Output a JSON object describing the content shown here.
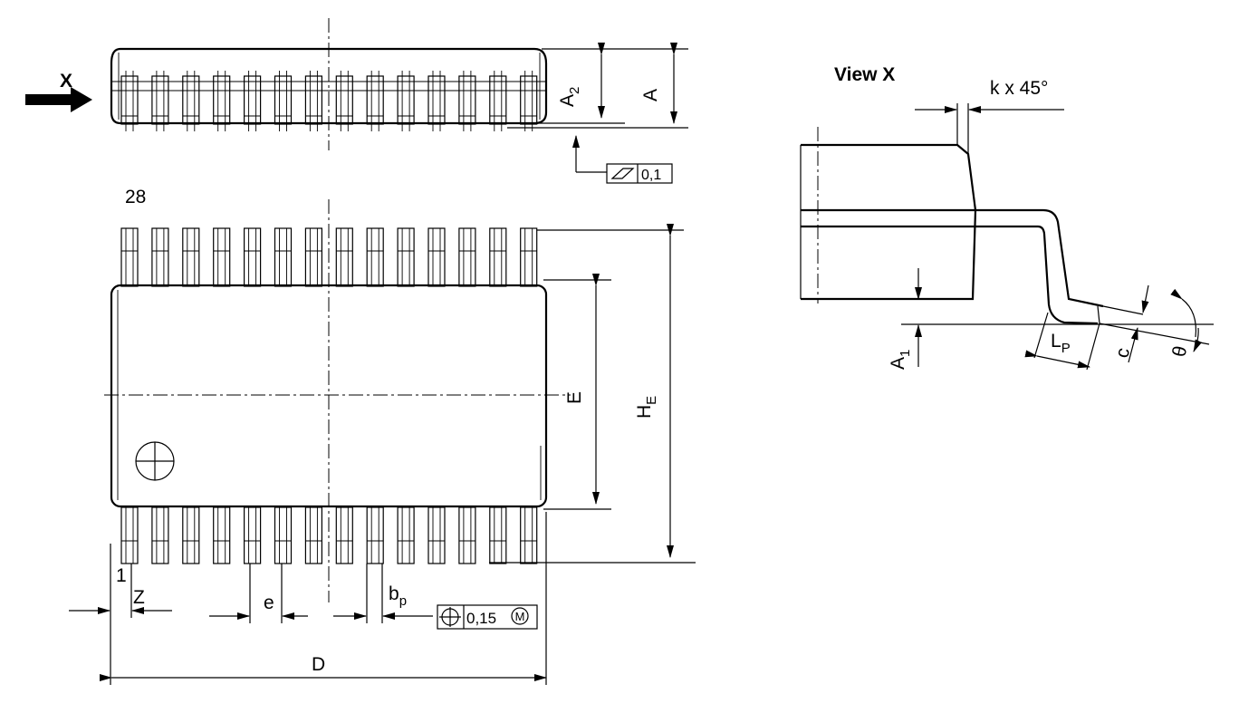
{
  "side_view": {
    "view_marker": "X",
    "dim_A2_main": "A",
    "dim_A2_sub": "2",
    "dim_A": "A",
    "flatness_value": "0,1"
  },
  "top_view": {
    "pin_last": "28",
    "pin_first": "1",
    "dim_E": "E",
    "dim_HE_main": "H",
    "dim_HE_sub": "E",
    "dim_Z": "Z",
    "dim_e": "e",
    "dim_bp_main": "b",
    "dim_bp_sub": "p",
    "position_tolerance": "0,15",
    "material_condition": "M",
    "dim_D": "D"
  },
  "detail_view": {
    "title": "View X",
    "chamfer": "k x 45°",
    "dim_A1_main": "A",
    "dim_A1_sub": "1",
    "dim_LP_main": "L",
    "dim_LP_sub": "P",
    "dim_c": "c",
    "dim_theta": "θ"
  }
}
